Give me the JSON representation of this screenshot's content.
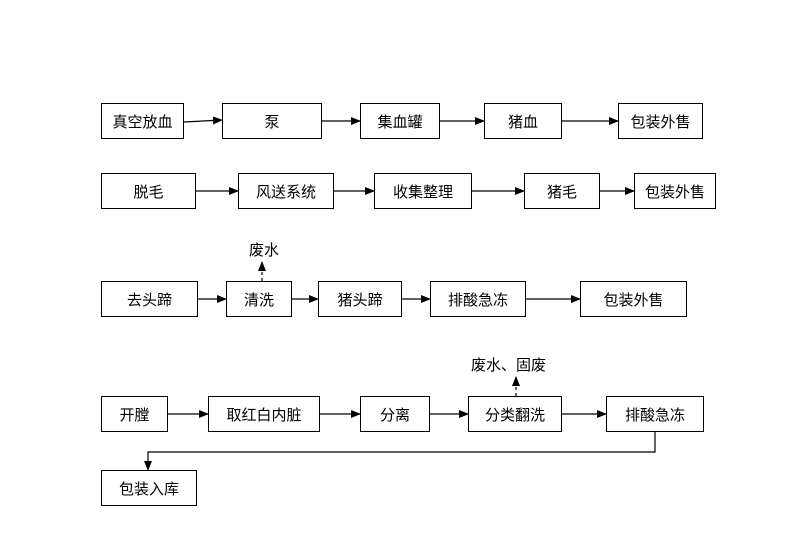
{
  "rows": [
    {
      "steps": [
        "真空放血",
        "泵",
        "集血罐",
        "猪血",
        "包装外售"
      ]
    },
    {
      "steps": [
        "脱毛",
        "风送系统",
        "收集整理",
        "猪毛",
        "包装外售"
      ]
    },
    {
      "steps": [
        "去头蹄",
        "清洗",
        "猪头蹄",
        "排酸急冻",
        "包装外售"
      ],
      "note": "废水"
    },
    {
      "steps": [
        "开膛",
        "取红白内脏",
        "分离",
        "分类翻洗",
        "排酸急冻"
      ],
      "note": "废水、固废"
    },
    {
      "steps": [
        "包装入库"
      ]
    }
  ]
}
